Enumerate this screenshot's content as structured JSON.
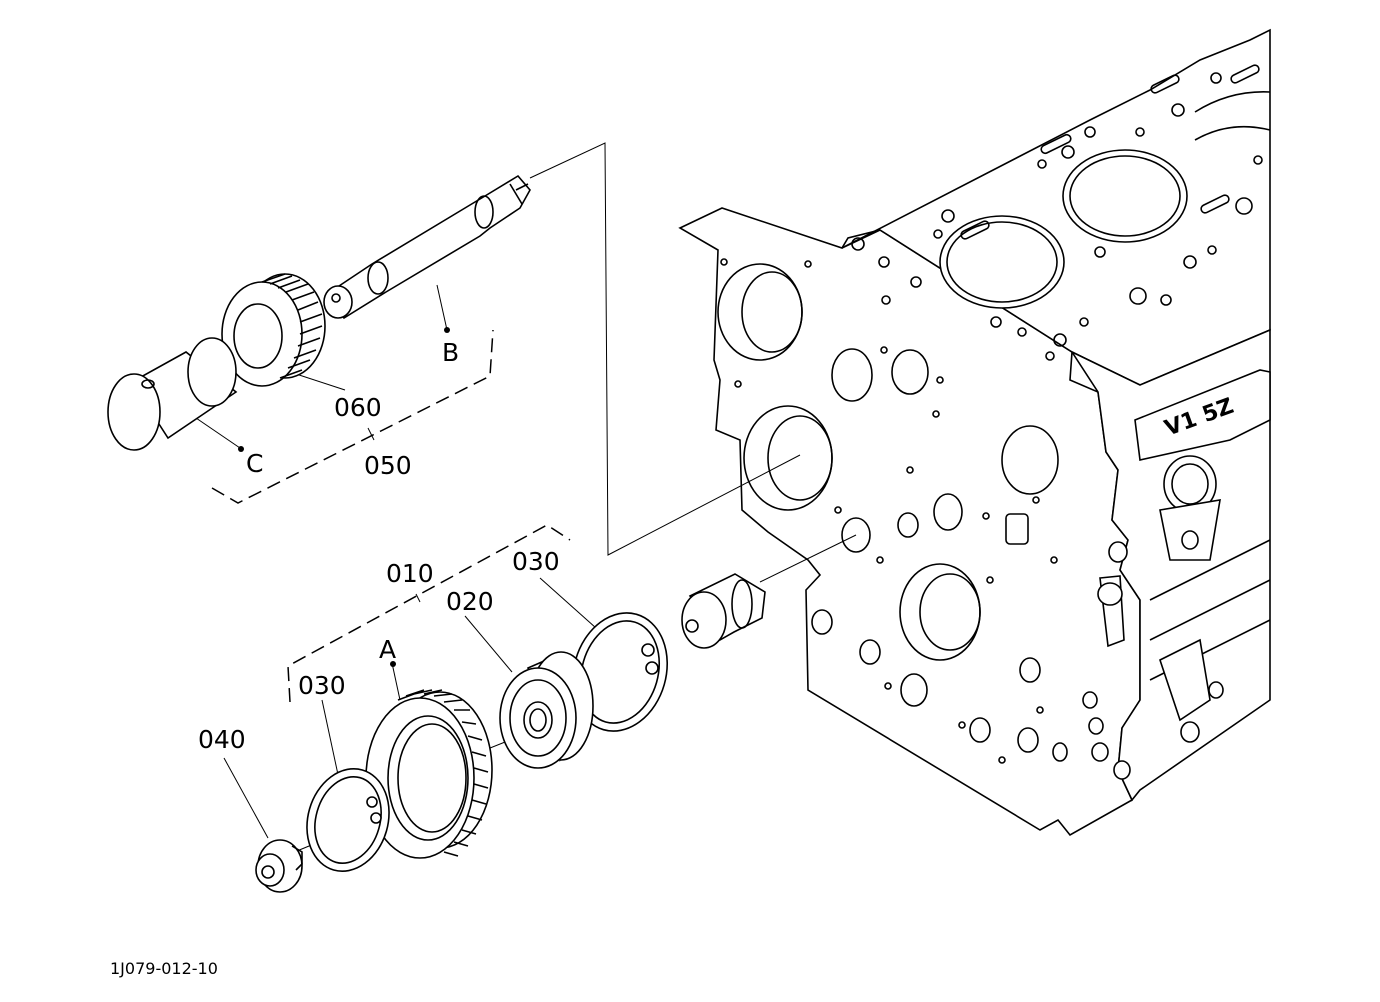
{
  "diagram": {
    "callouts": {
      "p010": "010",
      "p020": "020",
      "p030_upper": "030",
      "p030_lower": "030",
      "p040": "040",
      "p050": "050",
      "p060": "060",
      "ref_a": "A",
      "ref_b": "B",
      "ref_c": "C"
    },
    "block_marking": "V1 5Z",
    "figure_code": "1J079-012-10"
  }
}
